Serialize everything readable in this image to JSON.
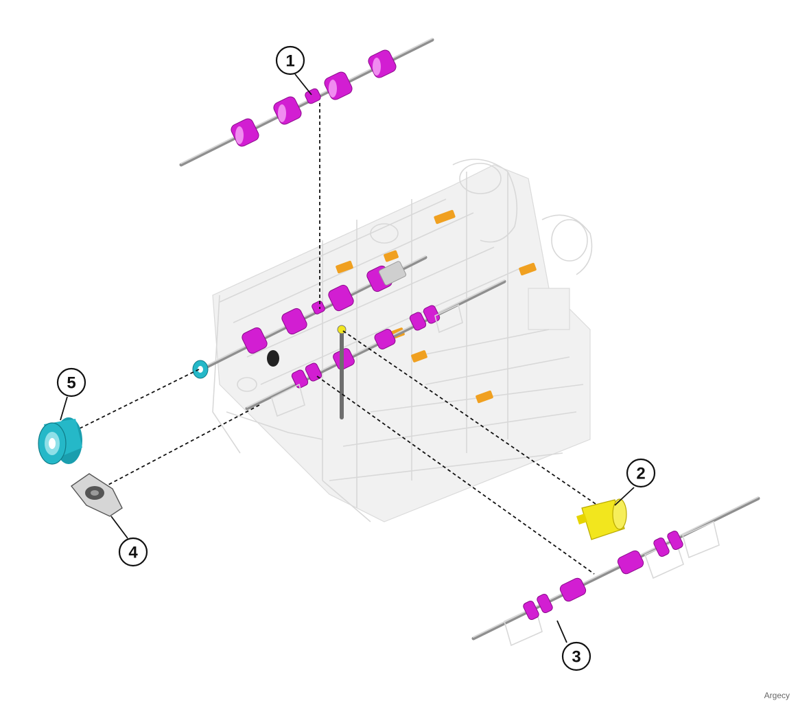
{
  "callouts": [
    "1",
    "2",
    "3",
    "4",
    "5"
  ],
  "watermark": "Argecy",
  "colors": {
    "roller": "#d21ed2",
    "roller_light": "#f08cf0",
    "gear_cyan": "#25b8c8",
    "coupler_yellow": "#f2e61e",
    "sensor_orange": "#f0a020",
    "ghost_frame": "#d8d8d8"
  }
}
